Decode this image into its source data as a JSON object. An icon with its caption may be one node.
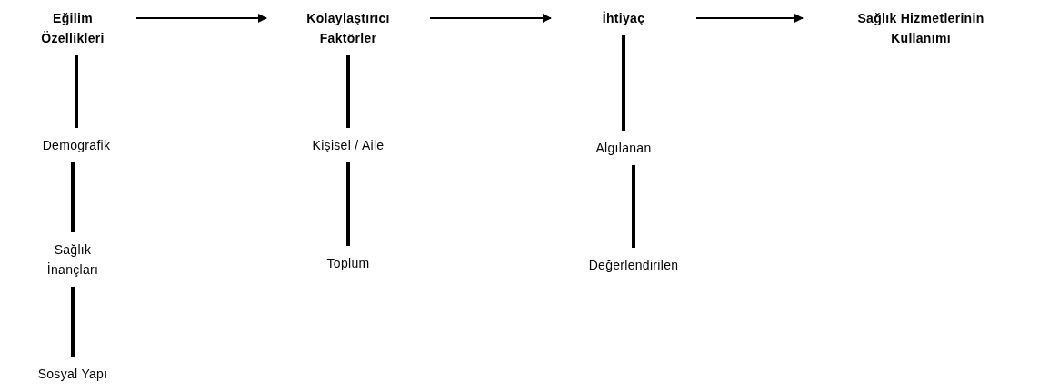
{
  "diagram": {
    "nodes": [
      {
        "text": [
          "Eğilim Özellikleri"
        ]
      },
      {
        "text": [
          "Kolaylaştırıcı Faktörler"
        ]
      },
      {
        "text": [
          "İhtiyaç"
        ]
      },
      {
        "text": [
          "Sağlık Hizmetlerinin Kullanımı"
        ]
      },
      {
        "text": [
          "Demografik"
        ]
      },
      {
        "text": [
          "Sağlık İnançları"
        ]
      },
      {
        "text": [
          "Sosyal Yapı"
        ]
      },
      {
        "text": [
          "Kişisel / Aile"
        ]
      },
      {
        "text": [
          "Toplum"
        ]
      },
      {
        "text": [
          "Algılanan"
        ]
      },
      {
        "text": [
          "Değerlendirilen"
        ]
      }
    ],
    "edges": [
      {
        "from": 0,
        "to": 1,
        "arrow": "to"
      },
      {
        "from": 1,
        "to": 2,
        "arrow": "to"
      },
      {
        "from": 2,
        "to": 3,
        "arrow": "to"
      },
      {
        "from": 0,
        "to": 4,
        "arrow": "none"
      },
      {
        "from": 4,
        "to": 5,
        "arrow": "none"
      },
      {
        "from": 5,
        "to": 6,
        "arrow": "none"
      },
      {
        "from": 1,
        "to": 7,
        "arrow": "none"
      },
      {
        "from": 7,
        "to": 8,
        "arrow": "none"
      },
      {
        "from": 2,
        "to": 9,
        "arrow": "none"
      },
      {
        "from": 9,
        "to": 10,
        "arrow": "none"
      }
    ]
  }
}
